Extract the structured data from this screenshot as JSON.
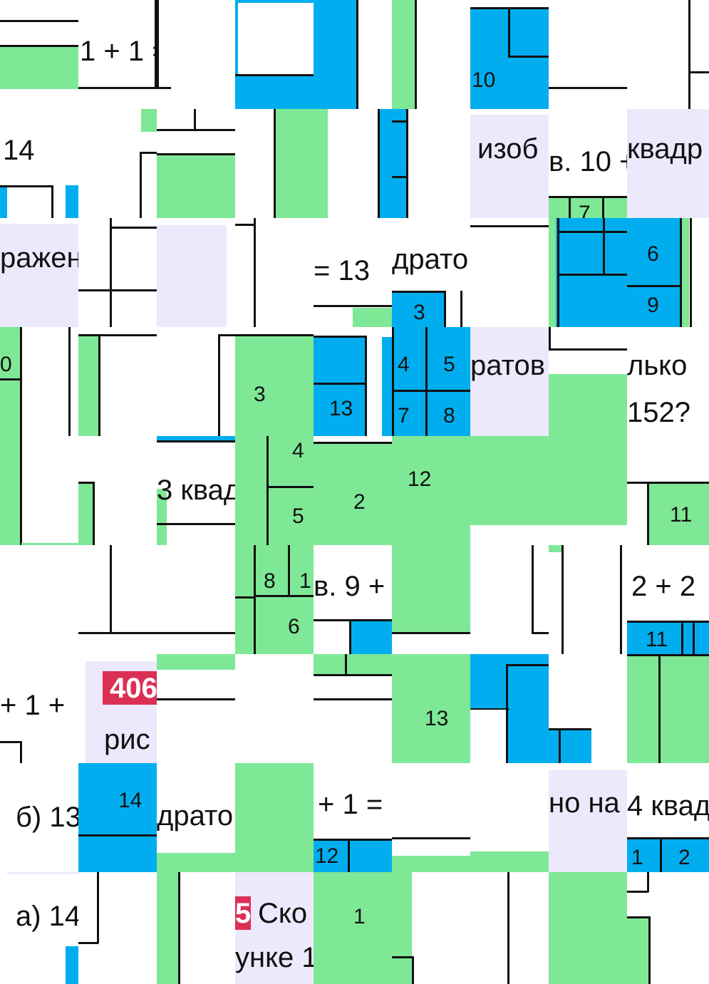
{
  "fragments": {
    "r0c1": "1 + 1 =",
    "r0c6": "10",
    "r1c0": "14",
    "r1c6": "изоб",
    "r1c7": "в. 10 +",
    "r1c7_small": "7",
    "r1c8": "квадр",
    "r2c0": "ражен",
    "r2c4": "= 13",
    "r2c5_text": "драто",
    "r2c5_num": "3",
    "r2c8_a": "6",
    "r2c8_b": "9",
    "r3c0": "0",
    "r3c3": "3",
    "r3c4": "13",
    "r3c5_a": "4",
    "r3c5_b": "5",
    "r3c5_c": "7",
    "r3c5_d": "8",
    "r3c6": "ратов",
    "r3c8_a": "лько",
    "r3c8_b": "152?",
    "r4c2": "3 квад",
    "r4c3_a": "4",
    "r4c3_b": "5",
    "r4c4": "2",
    "r4c5": "12",
    "r4c8": "11",
    "r5c3_a": "8",
    "r5c3_b": "1",
    "r5c3_c": "6",
    "r5c4": "в. 9 +",
    "r5c8_text": "2 + 2",
    "r5c8_num": "11",
    "r6c0": "+ 1 +",
    "r6c1_badge": "406",
    "r6c1_text": "рис",
    "r6c5": "13",
    "r7c0": "б) 13",
    "r7c1": "14",
    "r7c2": "драто",
    "r7c4_text": "+ 1 =",
    "r7c4_num": "12",
    "r7c7": "но на",
    "r7c8_text": "4 квад",
    "r7c8_a": "1",
    "r7c8_b": "2",
    "r8c0": "а) 14",
    "r8c3_badge": "5",
    "r8c3_text": "Ско",
    "r8c3_text2": "унке 1",
    "r8c4": "1"
  }
}
